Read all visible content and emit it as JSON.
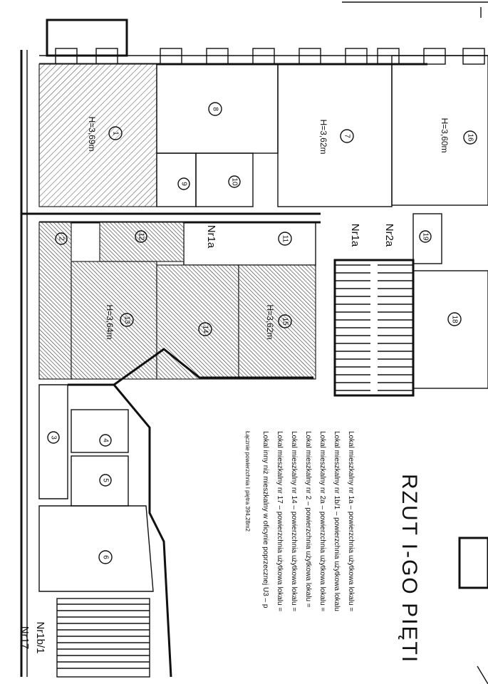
{
  "drawing": {
    "title": "RZUT I-GO PIĘTI",
    "legend": [
      "Lokal mieszkalny nr 1a – powierzchnia użytkowa lokalu =",
      "Lokal mieszkalny nr 1b/1 – powierzchnia użytkowa lokalu",
      "Lokal mieszkalny nr 2a – powierzchnia użytkowa lokalu =",
      "Lokal mieszkalny nr 2 – powierzchnia użytkowa lokalu =",
      "Lokal mieszkalny nr 14 – powierzchnia użytkowa lokalu =",
      "Lokal mieszkalny nr 17 – powierzchnia użytkowa lokalu =",
      "Lokal inny niż mieszkalny w oficynie poprzecznej U3 – p"
    ],
    "total": "Łącznie powierzchnia I piętra    394,28m2"
  },
  "rooms": [
    "1",
    "2",
    "3",
    "4",
    "5",
    "6",
    "7",
    "8",
    "9",
    "10",
    "11",
    "12",
    "13",
    "14",
    "15",
    "16",
    "18",
    "19"
  ],
  "heights": {
    "room1": "H=3,69m",
    "room7": "H=3,62m",
    "room16": "H=3,60m",
    "room13": "H=3,64m",
    "room15": "H=3,62m"
  },
  "entrances": {
    "nr1a_stair": "Nr1a",
    "nr2a": "Nr2a",
    "nr1a_hall": "Nr1a",
    "nr1b1": "Nr1b/1",
    "nr17": "Nr17"
  }
}
